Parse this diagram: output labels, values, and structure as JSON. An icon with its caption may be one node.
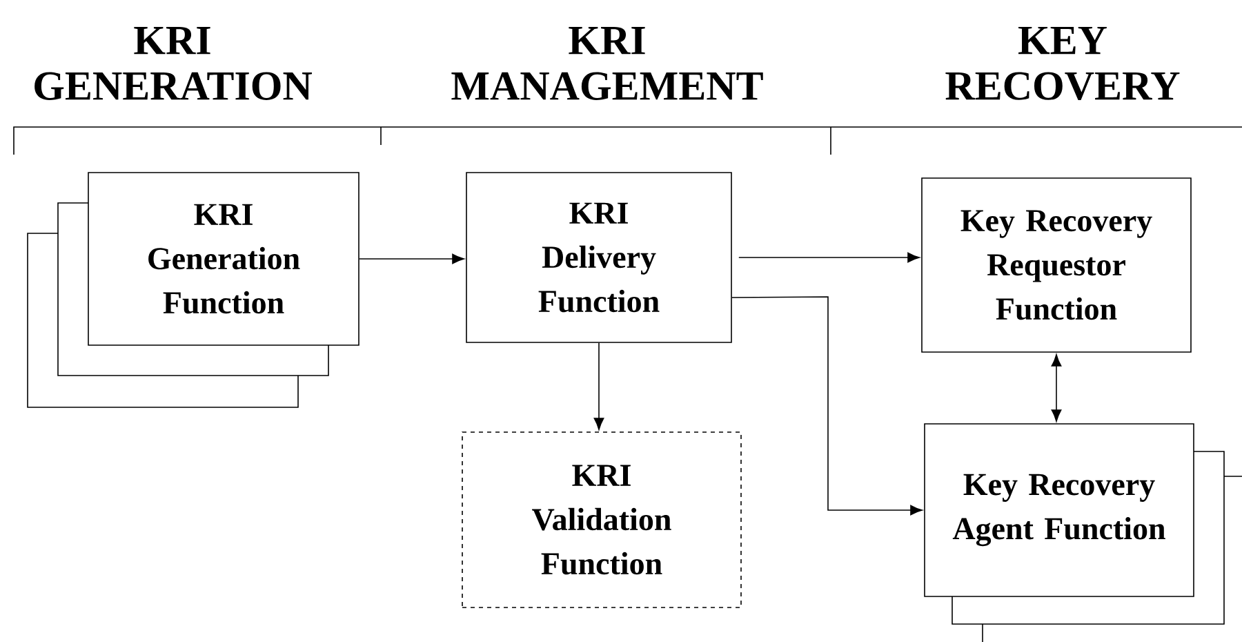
{
  "diagram": {
    "nodes": [
      {
        "text": [
          "KRI Generation Function"
        ]
      },
      {
        "text": [
          "KRI Delivery Function"
        ]
      },
      {
        "text": [
          "KRI Validation Function"
        ]
      },
      {
        "text": [
          "Key Recovery Requestor Function"
        ]
      },
      {
        "text": [
          "Key Recovery Agent Function"
        ]
      }
    ],
    "edges": [
      {
        "from": 0,
        "to": 1,
        "arrow": "to"
      },
      {
        "from": 1,
        "to": 3,
        "arrow": "to"
      },
      {
        "from": 1,
        "to": 4,
        "arrow": "to"
      },
      {
        "from": 1,
        "to": 2,
        "arrow": "to"
      },
      {
        "from": 3,
        "to": 4,
        "arrow": "both"
      }
    ],
    "labels": [
      "KRI GENERATION",
      "KRI MANAGEMENT",
      "KEY RECOVERY"
    ]
  }
}
